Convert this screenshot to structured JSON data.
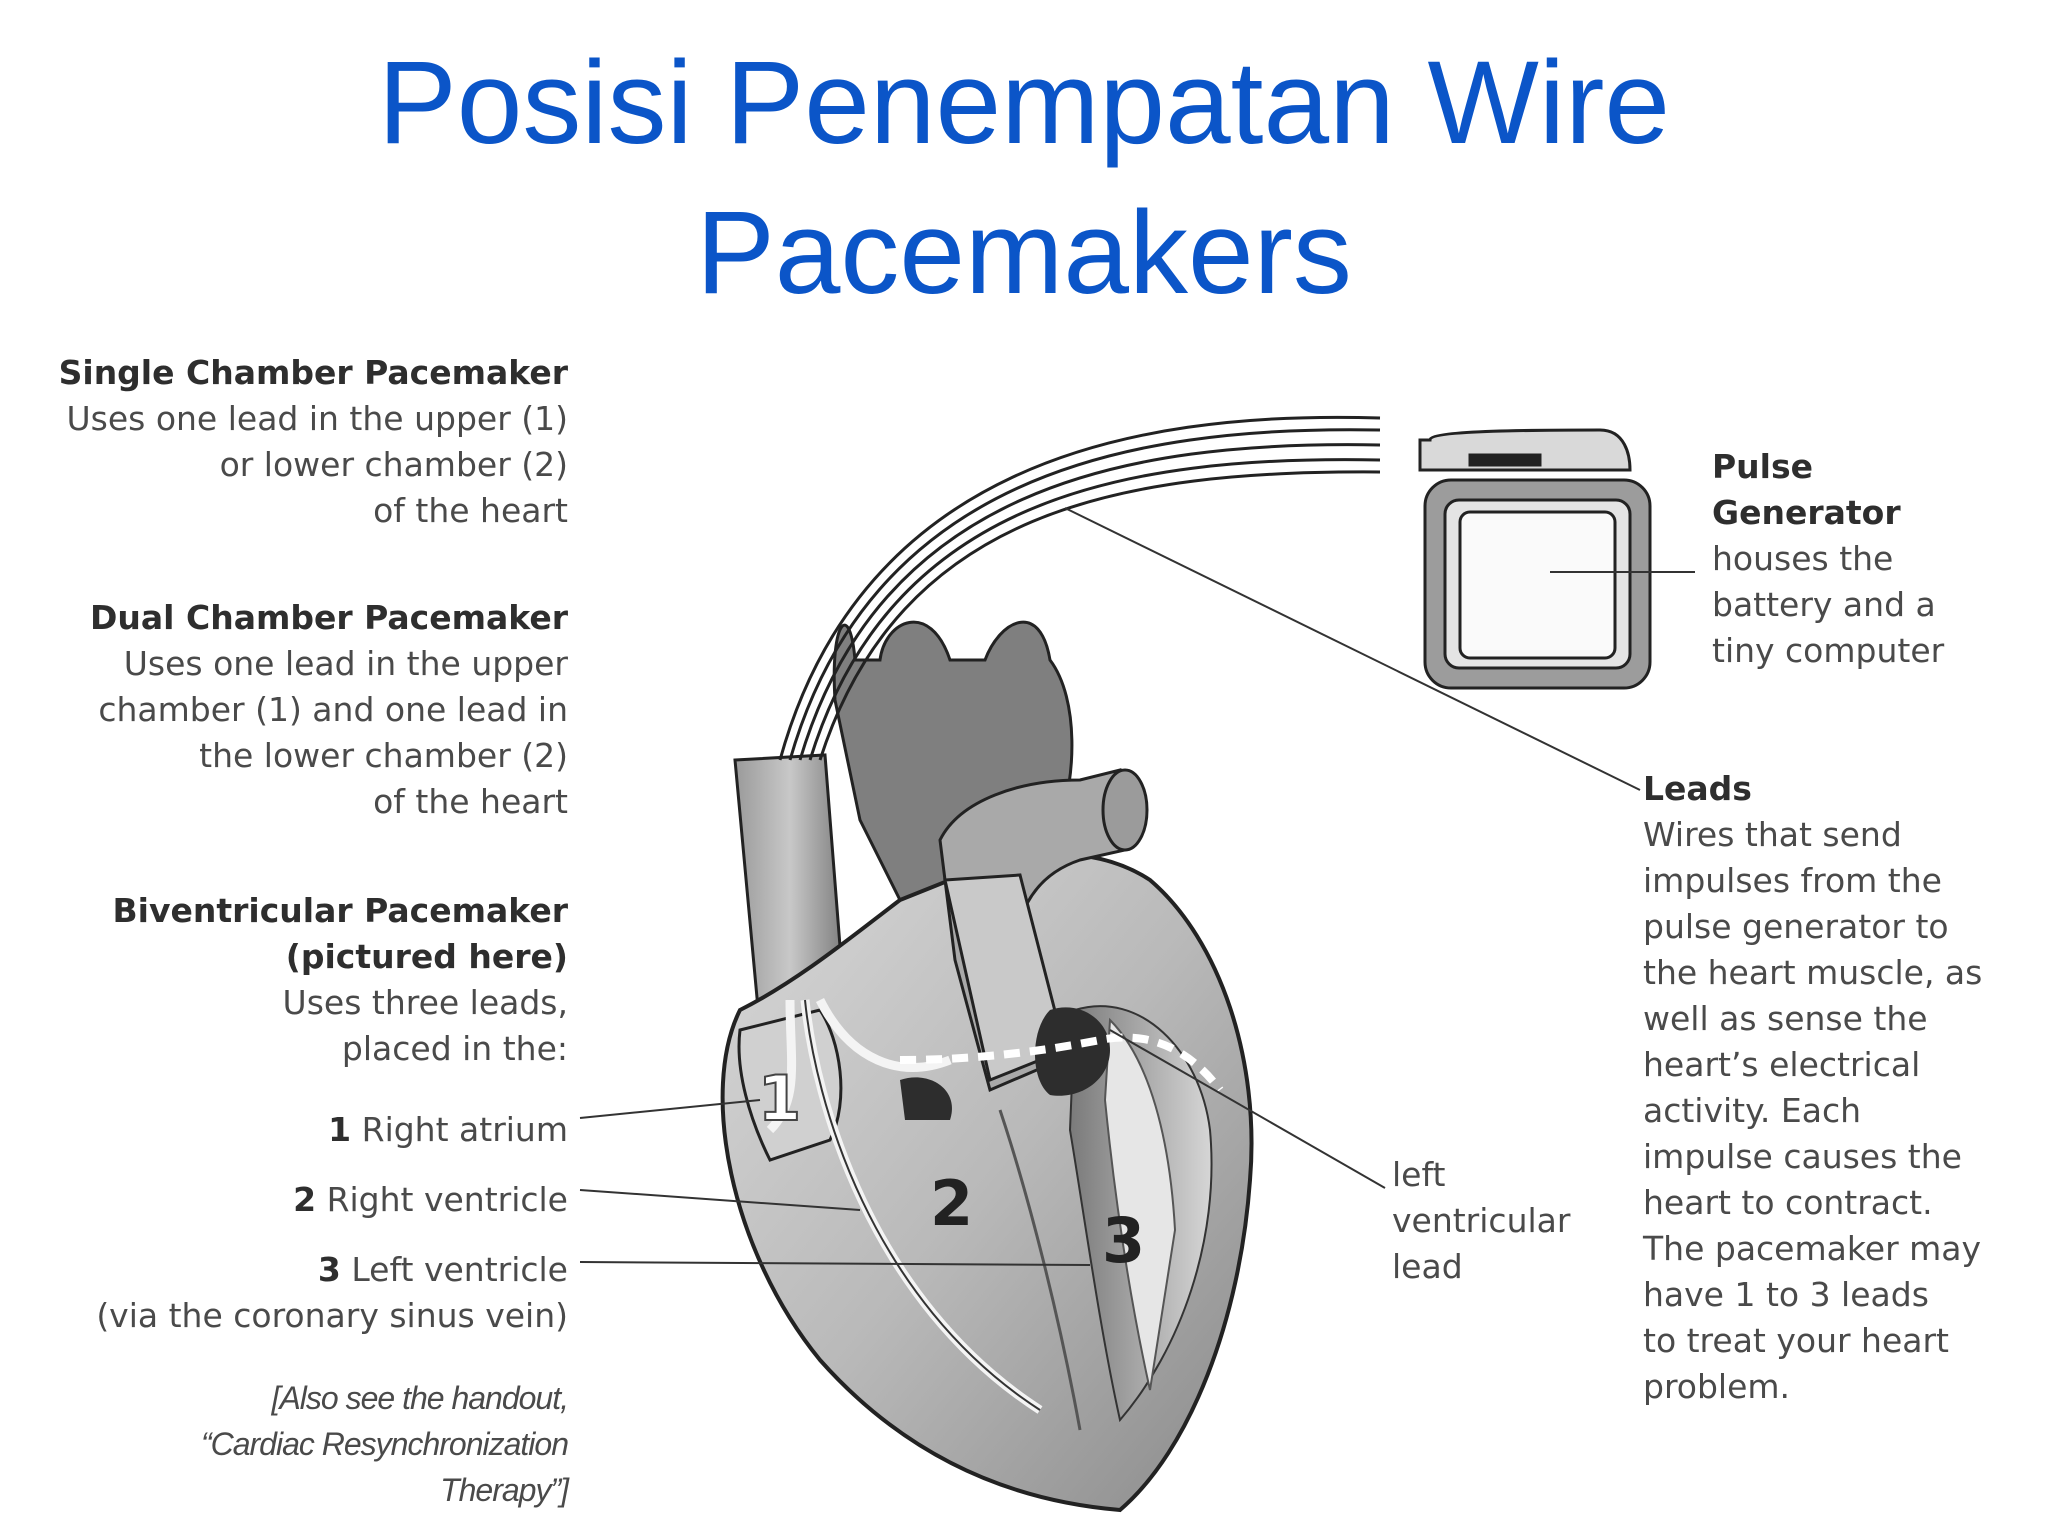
{
  "title": {
    "line1": "Posisi Penempatan Wire",
    "line2": "Pacemakers"
  },
  "single": {
    "heading": "Single Chamber Pacemaker",
    "lines": [
      "Uses one lead in the upper (1)",
      "or lower chamber (2)",
      "of the heart"
    ]
  },
  "dual": {
    "heading": "Dual Chamber Pacemaker",
    "lines": [
      "Uses one lead in the upper",
      "chamber (1) and one lead in",
      "the lower chamber (2)",
      "of the heart"
    ]
  },
  "biv": {
    "heading1": "Biventricular Pacemaker",
    "heading2": "(pictured here)",
    "lines": [
      "Uses three leads,",
      "placed in the:"
    ]
  },
  "chambers": [
    {
      "num": "1",
      "label": "Right atrium"
    },
    {
      "num": "2",
      "label": "Right ventricle"
    },
    {
      "num": "3",
      "label": "Left ventricle"
    }
  ],
  "via": "(via the coronary sinus vein)",
  "note": [
    "[Also see the handout,",
    "“Cardiac Resynchronization",
    "Therapy”]"
  ],
  "pulse": {
    "heading": [
      "Pulse",
      "Generator"
    ],
    "lines": [
      "houses the",
      "battery and a",
      "tiny computer"
    ]
  },
  "leads": {
    "heading": "Leads",
    "lines": [
      "Wires that send",
      "impulses from the",
      "pulse generator to",
      "the heart muscle, as",
      "well as sense the",
      "heart’s electrical",
      "activity. Each",
      "impulse causes the",
      "heart to contract.",
      "The pacemaker may",
      "have 1 to 3 leads",
      "to treat your heart",
      "problem."
    ]
  },
  "lv_lead": [
    "left",
    "ventricular",
    "lead"
  ],
  "heart_numbers": [
    "1",
    "2",
    "3"
  ]
}
